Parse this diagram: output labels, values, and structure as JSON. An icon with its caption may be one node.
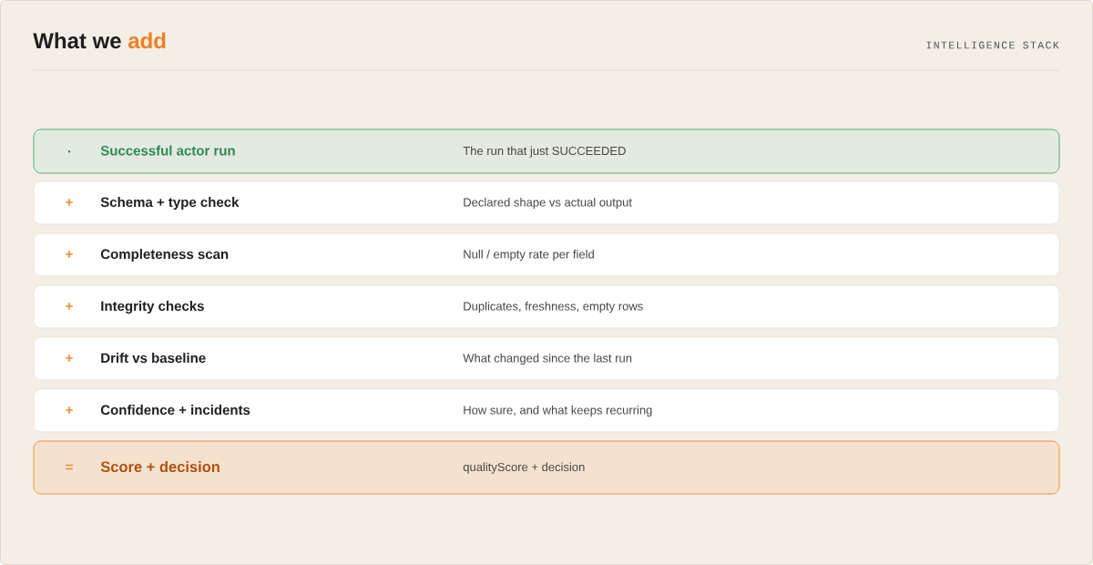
{
  "diagram": {
    "title": "What we add",
    "labels": [
      "INTELLIGENCE STACK"
    ],
    "nodes": [
      {
        "text": [
          "·",
          "Successful actor run",
          "The run that just SUCCEEDED"
        ]
      },
      {
        "text": [
          "+",
          "Schema + type check",
          "Declared shape vs actual output"
        ]
      },
      {
        "text": [
          "+",
          "Completeness scan",
          "Null / empty rate per field"
        ]
      },
      {
        "text": [
          "+",
          "Integrity checks",
          "Duplicates, freshness, empty rows"
        ]
      },
      {
        "text": [
          "+",
          "Drift vs baseline",
          "What changed since the last run"
        ]
      },
      {
        "text": [
          "+",
          "Confidence + incidents",
          "How sure, and what keeps recurring"
        ]
      },
      {
        "text": [
          "=",
          "Score + decision",
          "qualityScore + decision"
        ]
      }
    ]
  }
}
